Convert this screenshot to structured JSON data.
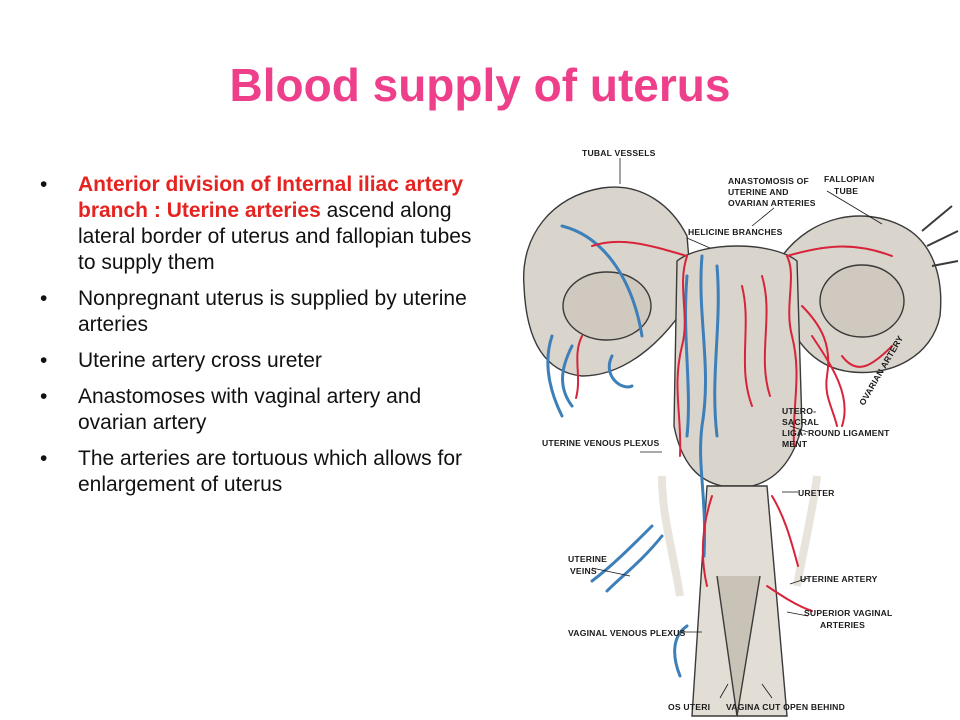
{
  "slide": {
    "title": "Blood supply of uterus"
  },
  "bullets": [
    {
      "highlight_a": "Anterior division of Internal iliac artery branch : ",
      "highlight_b": "Uterine arteries",
      "text": " ascend along lateral border of uterus and fallopian tubes to supply them"
    },
    {
      "text": "Nonpregnant uterus is supplied by uterine arteries"
    },
    {
      "text": "Uterine artery cross ureter"
    },
    {
      "text": "Anastomoses with vaginal artery and ovarian artery"
    },
    {
      "text": "The arteries are tortuous which allows for enlargement of uterus"
    }
  ],
  "figure": {
    "labels": {
      "tubal_vessels": "TUBAL VESSELS",
      "anastomosis_1": "ANASTOMOSIS OF",
      "anastomosis_2": "UTERINE AND",
      "anastomosis_3": "OVARIAN ARTERIES",
      "fallopian_1": "FALLOPIAN",
      "fallopian_2": "TUBE",
      "helicine": "HELICINE BRANCHES",
      "ovarian_artery": "OVARIAN ARTERY",
      "utero_1": "UTERO-",
      "utero_2": "SACRAL",
      "utero_3": "LIGA-",
      "utero_4": "MENT",
      "round_ligament": "ROUND LIGAMENT",
      "uterine_venous_plexus": "UTERINE VENOUS PLEXUS",
      "ureter": "URETER",
      "uterine_veins_1": "UTERINE",
      "uterine_veins_2": "VEINS",
      "uterine_artery": "UTERINE ARTERY",
      "superior_vaginal_1": "SUPERIOR VAGINAL",
      "superior_vaginal_2": "ARTERIES",
      "vaginal_venous_plexus": "VAGINAL VENOUS PLEXUS",
      "os_uteri": "OS UTERI",
      "vagina_cut": "VAGINA CUT OPEN BEHIND"
    },
    "colors": {
      "artery": "#d8243a",
      "vein": "#3d7fb8",
      "tissue": "#d9d4cc",
      "outline": "#3a3a3a"
    }
  }
}
